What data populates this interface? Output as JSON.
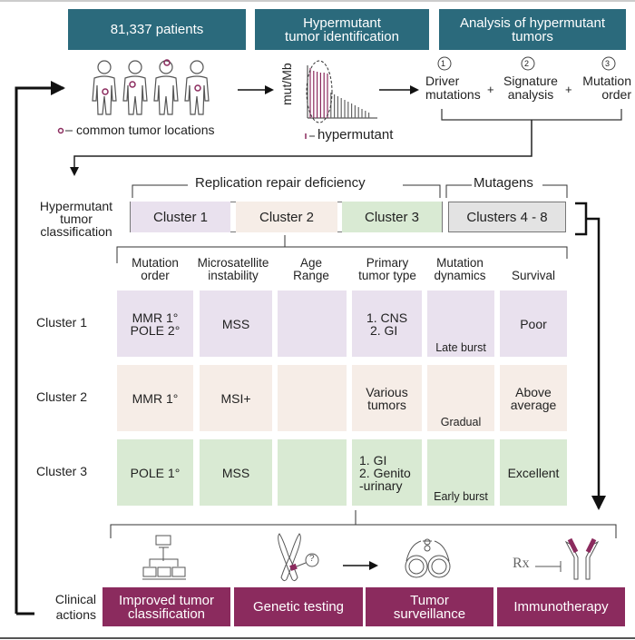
{
  "headers": {
    "patients": "81,337 patients",
    "identification_line1": "Hypermutant",
    "identification_line2": "tumor identification",
    "analysis_line1": "Analysis of hypermutant",
    "analysis_line2": "tumors"
  },
  "patients_legend": "common tumor locations",
  "histogram": {
    "ylabel": "mut/Mb",
    "legend": "hypermutant"
  },
  "analysis_steps": [
    {
      "number": "1",
      "line1": "Driver",
      "line2": "mutations"
    },
    {
      "number": "2",
      "line1": "Signature",
      "line2": "analysis"
    },
    {
      "number": "3",
      "line1": "Mutation",
      "line2": "order"
    }
  ],
  "plus": "+",
  "classification": {
    "label_line1": "Hypermutant",
    "label_line2": "tumor",
    "label_line3": "classification",
    "group_rrd": "Replication repair deficiency",
    "group_mutagens": "Mutagens",
    "clusters": [
      "Cluster 1",
      "Cluster 2",
      "Cluster 3",
      "Clusters 4 - 8"
    ]
  },
  "table": {
    "columns": [
      {
        "line1": "Mutation",
        "line2": "order"
      },
      {
        "line1": "Microsatellite",
        "line2": "instability"
      },
      {
        "line1": "Age",
        "line2": "Range"
      },
      {
        "line1": "Primary",
        "line2": "tumor type"
      },
      {
        "line1": "Mutation",
        "line2": "dynamics"
      },
      {
        "line1": "",
        "line2": "Survival"
      }
    ],
    "rows": [
      {
        "label": "Cluster 1",
        "mutation_order": [
          "MMR 1°",
          "POLE 2°"
        ],
        "msi": "MSS",
        "age_groups_active": {
          "infant": true,
          "child": false,
          "adult": false
        },
        "tumor_type": [
          "1. CNS",
          "2. GI"
        ],
        "dynamics": "Late burst",
        "survival": [
          "Poor"
        ]
      },
      {
        "label": "Cluster 2",
        "mutation_order": [
          "MMR 1°"
        ],
        "msi": "MSI+",
        "age_groups_active": {
          "infant": true,
          "child": true,
          "adult": true
        },
        "tumor_type": [
          "Various",
          "tumors"
        ],
        "dynamics": "Gradual",
        "survival": [
          "Above",
          "average"
        ]
      },
      {
        "label": "Cluster 3",
        "mutation_order": [
          "POLE 1°"
        ],
        "msi": "MSS",
        "age_groups_active": {
          "infant": false,
          "child": true,
          "adult": true
        },
        "tumor_type": [
          "1. GI",
          "2. Genito",
          "-urinary"
        ],
        "dynamics": "Early burst",
        "survival": [
          "Excellent"
        ]
      }
    ]
  },
  "clinical": {
    "label_line1": "Clinical",
    "label_line2": "actions",
    "actions": [
      {
        "line1": "Improved tumor",
        "line2": "classification",
        "icon": "hierarchy-icon"
      },
      {
        "line1": "Genetic testing",
        "line2": "",
        "icon": "chromosome-icon"
      },
      {
        "line1": "Tumor",
        "line2": "surveillance",
        "icon": "binoculars-icon"
      },
      {
        "line1": "Immunotherapy",
        "line2": "",
        "icon": "antibody-icon"
      }
    ],
    "rx": "Rx",
    "question": "?"
  },
  "colors": {
    "header": "#2b6a7c",
    "accent": "#8b2b5e",
    "cluster1": "#e9e1ee",
    "cluster2": "#f6ede7",
    "cluster3": "#d9ead3",
    "mutagens": "#e3e3e3"
  }
}
